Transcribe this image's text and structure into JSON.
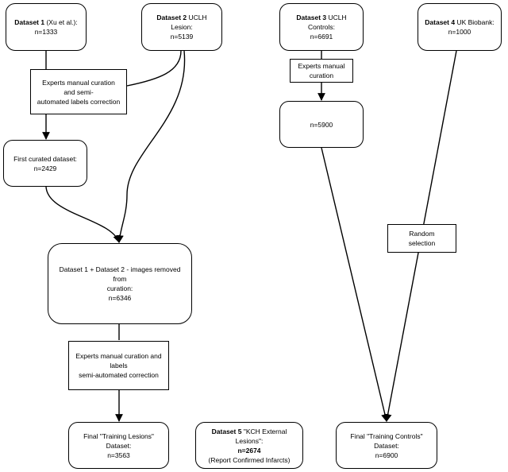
{
  "nodes": {
    "ds1": {
      "title": "Dataset 1",
      "title_rest": " (Xu et al.):",
      "n": "n=1333"
    },
    "ds2": {
      "title": "Dataset 2",
      "title_rest": " UCLH Lesion:",
      "n": "n=5139"
    },
    "ds3": {
      "title": "Dataset 3",
      "title_rest": " UCLH Controls:",
      "n": "n=6691"
    },
    "ds4": {
      "title": "Dataset 4",
      "title_rest": " UK Biobank:",
      "n": "n=1000"
    },
    "curation1": {
      "line1": "Experts manual curation and semi-",
      "line2": "automated labels correction"
    },
    "curation3": {
      "line1": "Experts manual",
      "line2": "curation"
    },
    "ds3_curated": {
      "n": "n=5900"
    },
    "first_curated": {
      "line1": "First curated dataset:",
      "n": "n=2429"
    },
    "random": {
      "line1": "Random",
      "line2": "selection"
    },
    "combined": {
      "line1": "Dataset 1 + Dataset 2 - images removed from",
      "line2": "curation:",
      "n": "n=6346"
    },
    "curation2": {
      "line1": "Experts manual curation and labels",
      "line2": "semi-automated correction"
    },
    "final_lesions": {
      "line1": "Final \"Training Lesions\" Dataset:",
      "n": "n=3563"
    },
    "ds5": {
      "title": "Dataset 5",
      "title_rest": " \"KCH External Lesions\":",
      "n": "n=2674",
      "note": "(Report Confirmed Infarcts)"
    },
    "final_controls": {
      "line1": "Final \"Training Controls\" Dataset:",
      "n": "n=6900"
    }
  },
  "colors": {
    "stroke": "#000000",
    "background": "#ffffff"
  }
}
